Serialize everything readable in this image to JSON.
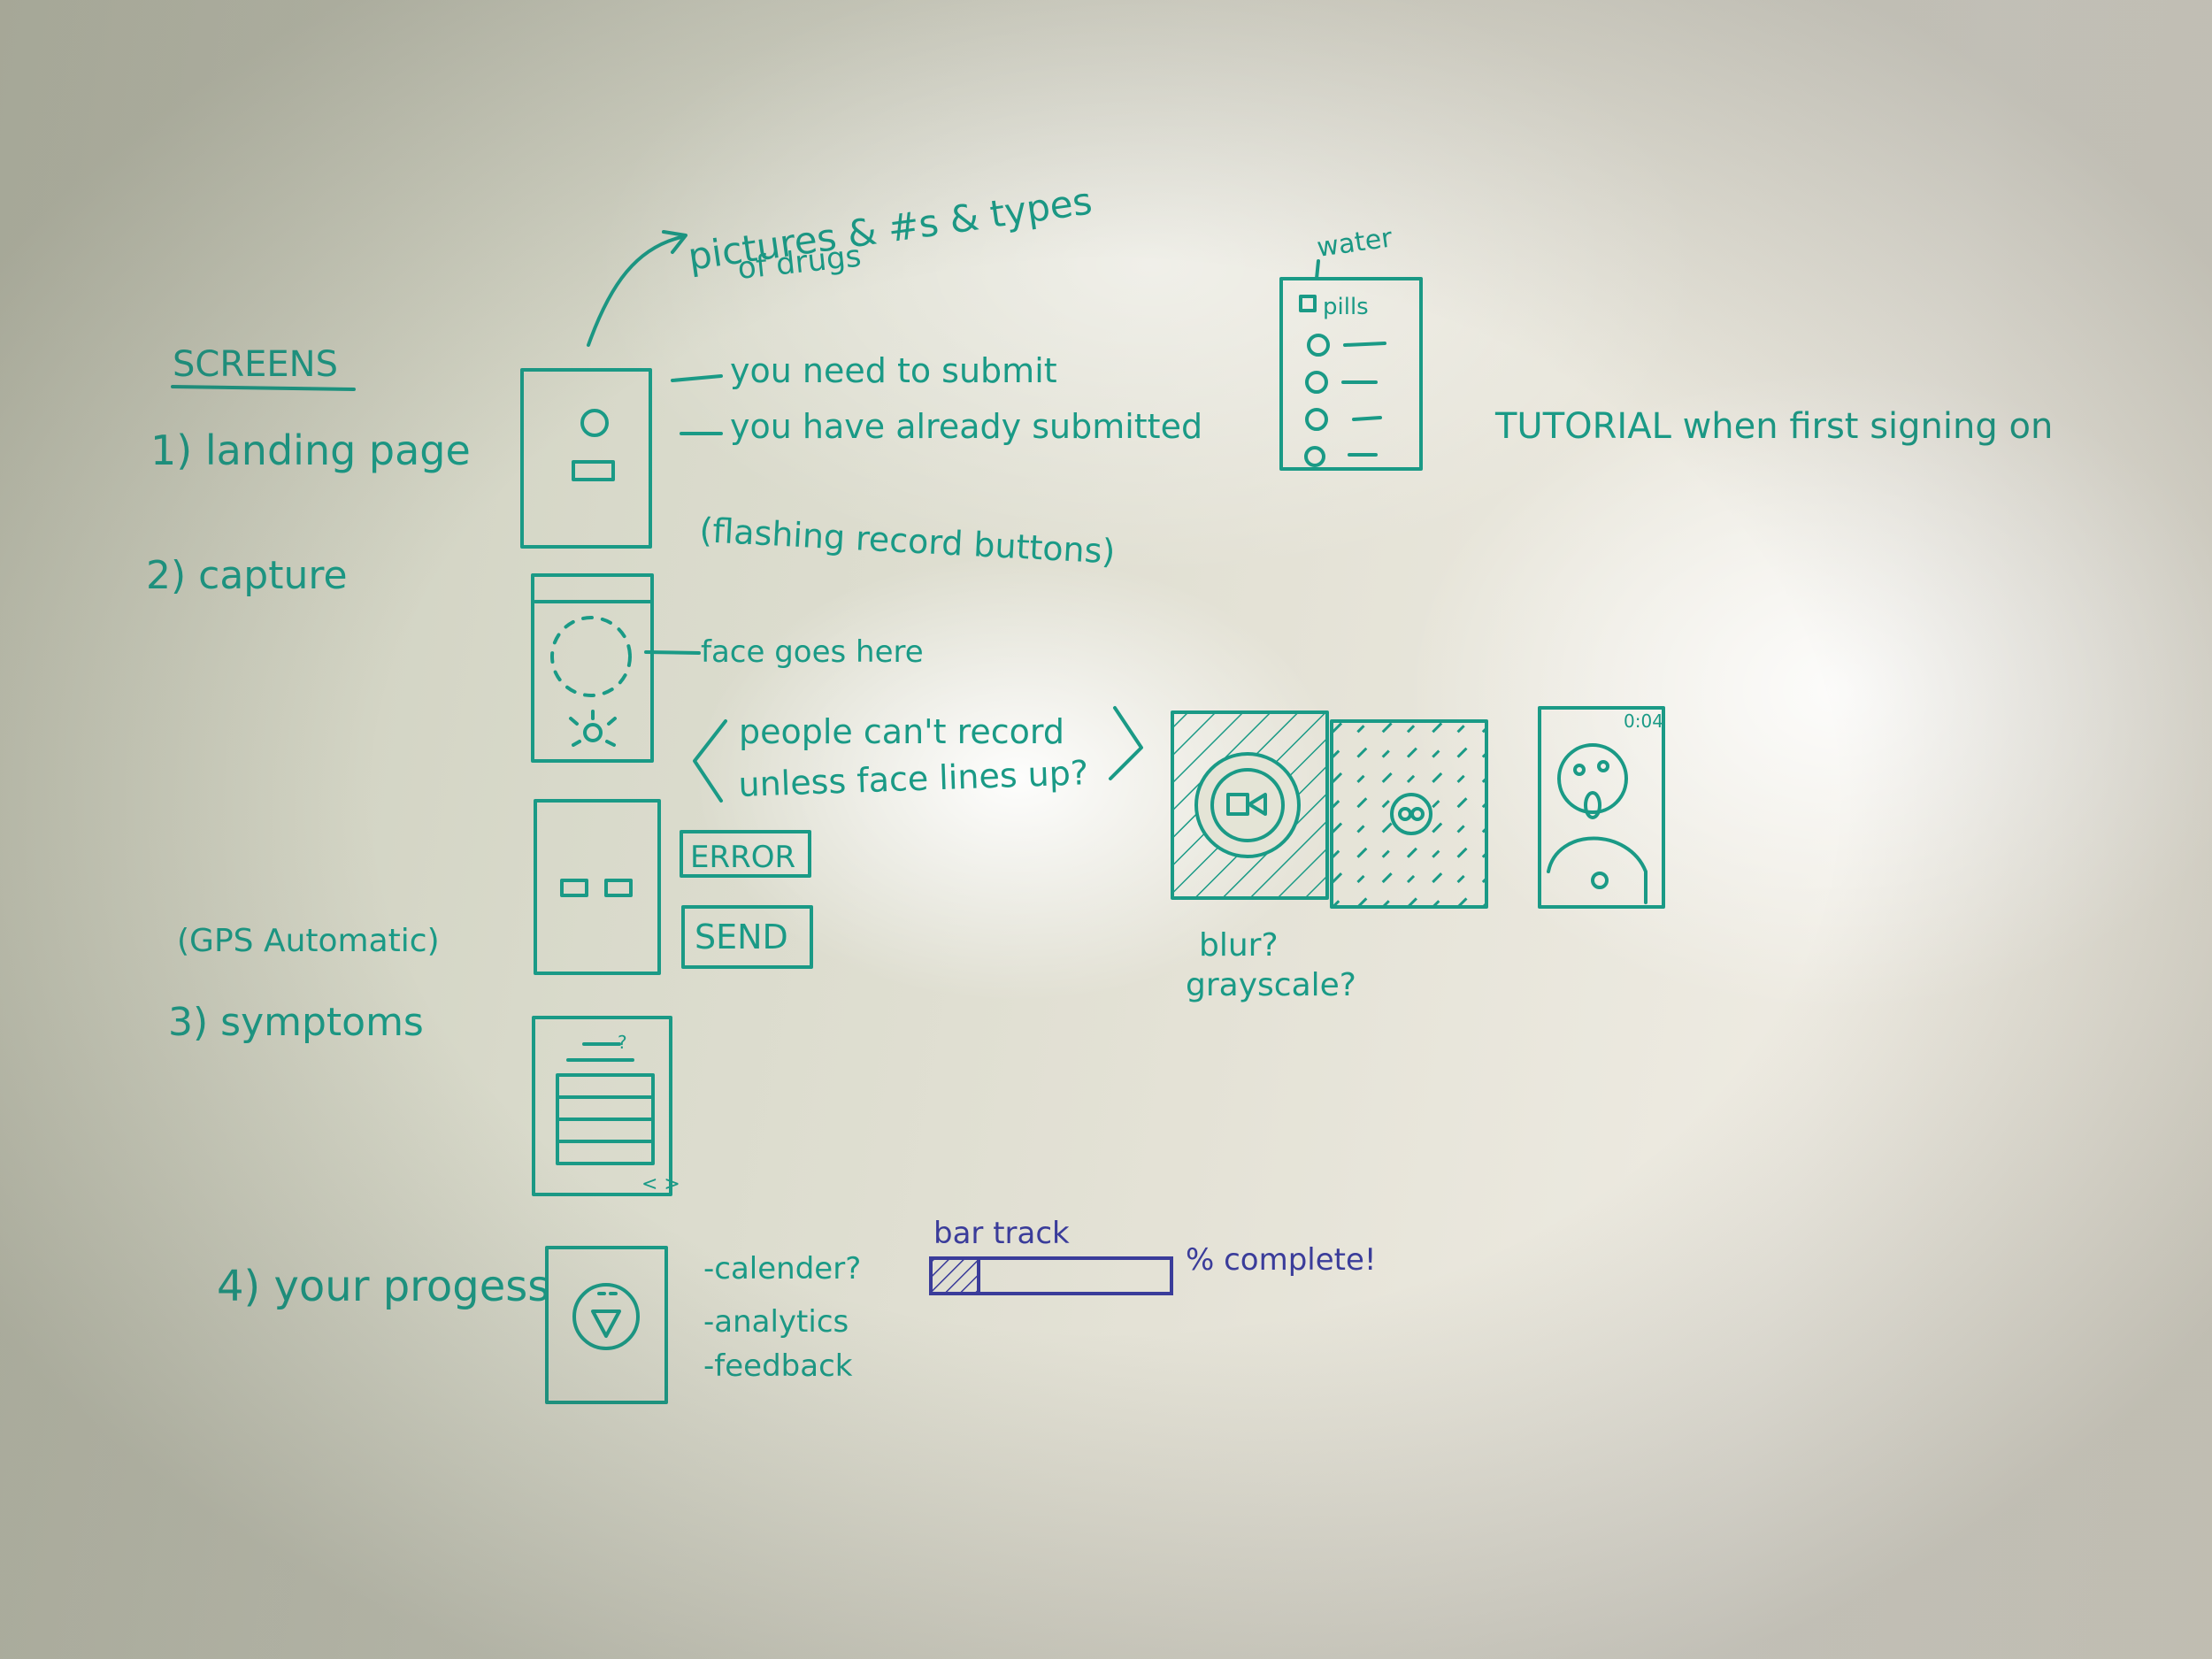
{
  "title": "SCREENS",
  "screens": [
    {
      "label": "1) landing page"
    },
    {
      "label": "2) capture"
    },
    {
      "label": "3) symptoms"
    },
    {
      "label": "4) your progess"
    }
  ],
  "landing": {
    "drugs_note": "pictures & #s & types",
    "drugs_note_2": "of drugs",
    "states": [
      "you need to submit",
      "you have already submitted"
    ],
    "flashing": "(flashing record buttons)"
  },
  "pill_list": {
    "water": "water",
    "pills": "pills"
  },
  "tutorial": "TUTORIAL when first signing on",
  "capture": {
    "face_note": "face goes here",
    "record_question_1": "people can't record",
    "record_question_2": "unless face lines up?",
    "gps": "(GPS Automatic)",
    "error_button": "ERROR",
    "send_button": "SEND",
    "timer": "0:04",
    "blur_note": "blur?",
    "grayscale_note": "grayscale?"
  },
  "symptoms": {
    "nav": "< >"
  },
  "progress": {
    "items": [
      "-calender?",
      "-analytics",
      "-feedback"
    ],
    "bar_label": "bar track",
    "complete_label": "% complete!",
    "fill_fraction": 0.2
  },
  "colors": {
    "marker_green": "#1a9a86",
    "marker_blue": "#3a3c9a"
  }
}
